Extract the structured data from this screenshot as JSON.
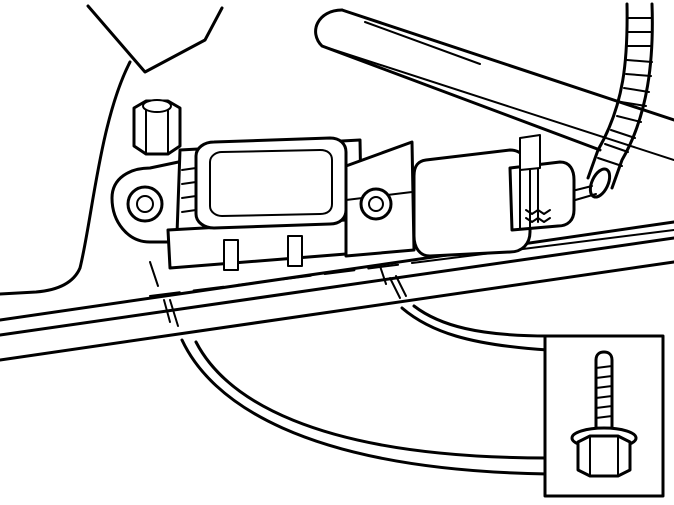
{
  "illustration": {
    "labels": [],
    "stroke_color": "#000000",
    "background_color": "#ffffff",
    "parts": [
      "mounting-stud",
      "module-housing",
      "mounting-hole-left",
      "mounting-hole-right",
      "electrical-connector",
      "wiring-harness",
      "mounting-bolt"
    ]
  }
}
